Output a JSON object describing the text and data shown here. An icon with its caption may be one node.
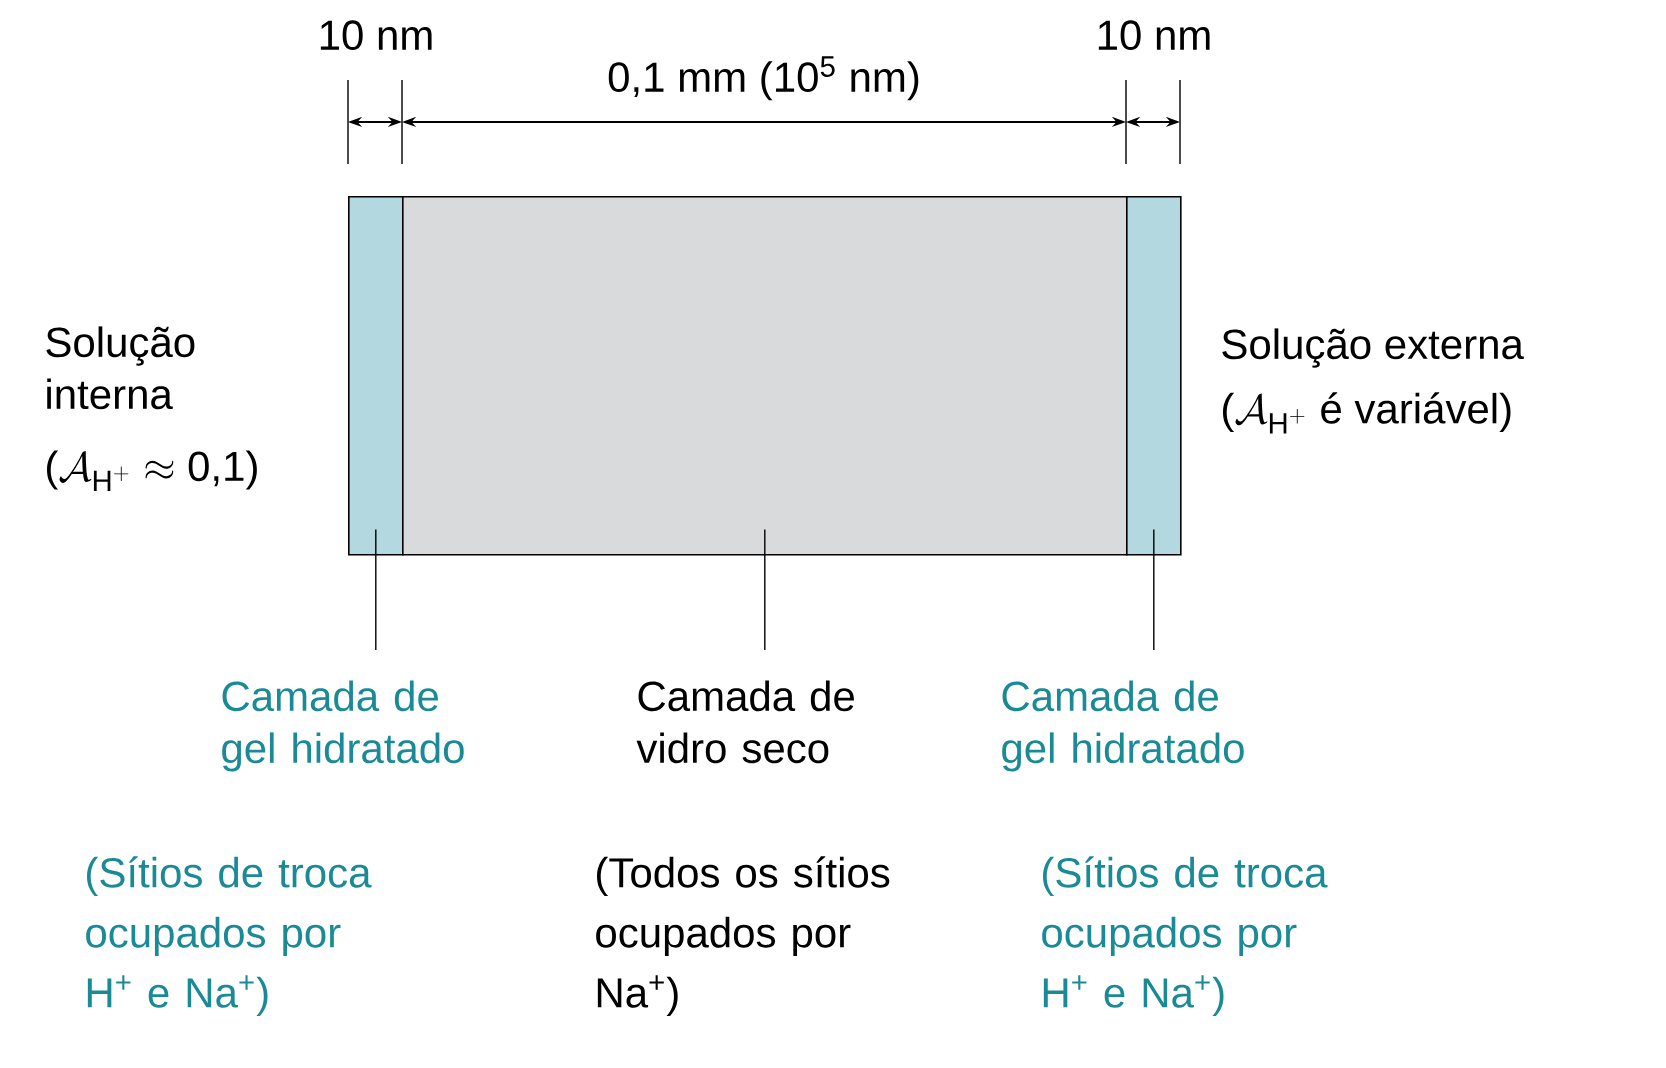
{
  "diagram": {
    "nodes": [
      {
        "text": [],
        "shape": "bar"
      },
      {
        "text": [],
        "shape": "box"
      },
      {
        "text": [],
        "shape": "bar"
      },
      {
        "text": [
          "Camada de gel hidratado",
          "(Sítios de troca ocupados por H$^{+}$ e Na$^{+}$)"
        ]
      },
      {
        "text": [
          "Camada de vidro seco",
          "(Todos os sítios ocupados por Na$^{+}$)"
        ]
      },
      {
        "text": [
          "Camada de gel hidratado",
          "(Sítios de troca ocupados por H$^{+}$ e Na$^{+}$)"
        ]
      }
    ],
    "edges": [
      {
        "from": 3,
        "to": 0,
        "arrow": "none"
      },
      {
        "from": 4,
        "to": 1,
        "arrow": "none"
      },
      {
        "from": 5,
        "to": 2,
        "arrow": "none"
      }
    ],
    "labels": [
      "10 nm",
      "0,1 mm (10$^{5}$ nm)",
      "10 nm",
      "Solução interna",
      "\\text{(}\\mathcal{A}_{\\text{H}^{+}}\\approx\\text{0,1)}",
      "Solução externa",
      "\\text{(}\\mathcal{A}_{\\text{H}^{+}}\\text{ é variável)}"
    ]
  }
}
